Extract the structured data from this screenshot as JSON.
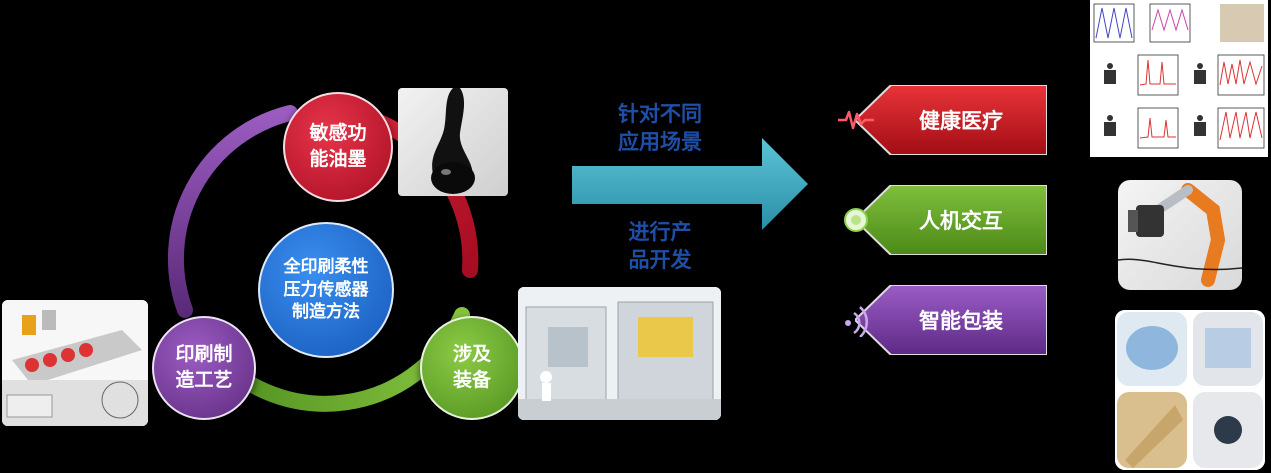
{
  "center_circle": {
    "label": "全印刷柔性\n压力传感器\n制造方法"
  },
  "nodes": {
    "ink": {
      "label": "敏感功\n能油墨"
    },
    "equipment": {
      "label": "涉及\n装备"
    },
    "process": {
      "label": "印刷制\n造工艺"
    }
  },
  "arrow_labels": {
    "top": "针对不同\n应用场景",
    "bottom": "进行产\n品开发"
  },
  "applications": [
    {
      "label": "健康医疗",
      "color": "#c8171d",
      "icon": "pulse-icon"
    },
    {
      "label": "人机交互",
      "color": "#5e9f1f",
      "icon": "touch-icon"
    },
    {
      "label": "智能包装",
      "color": "#7b3fa0",
      "icon": "wireless-icon"
    }
  ],
  "colors": {
    "ring_red": "#c8102e",
    "ring_green": "#6aa832",
    "ring_purple": "#7a3c98",
    "center_blue": "#1e6fd0",
    "arrow_teal": "#39a9c0",
    "label_blue": "#1e4fa8"
  },
  "images": {
    "ink_photo": "ink dripping photo",
    "equipment_photo": "printing equipment line photo",
    "process_photo": "screen printing process diagram",
    "health_photo": "sensor signal charts",
    "hmi_photo": "robotic hand photo",
    "packaging_photo": "smart packaging labels photo"
  }
}
